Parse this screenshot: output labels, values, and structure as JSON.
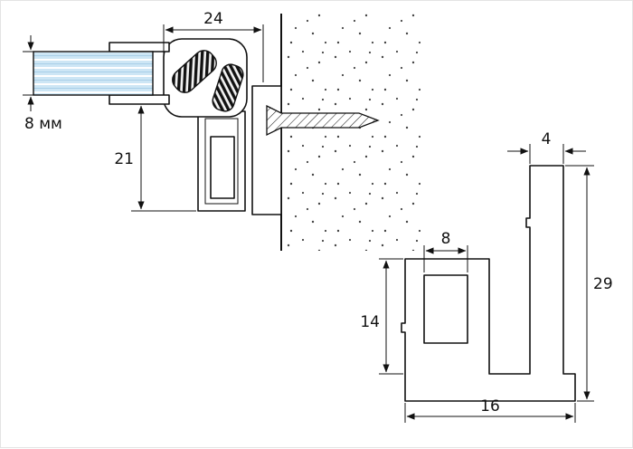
{
  "figure": {
    "type": "technical-drawing",
    "views": {
      "assembly": {
        "glass_thickness_label": "8 мм",
        "width_label": "24",
        "height_label": "21"
      },
      "profile": {
        "top_width_label": "4",
        "slot_width_label": "8",
        "left_height_label": "14",
        "total_height_label": "29",
        "base_width_label": "16"
      }
    },
    "colors": {
      "line": "#111111",
      "glass": "#cde6f5",
      "background": "#ffffff"
    }
  }
}
